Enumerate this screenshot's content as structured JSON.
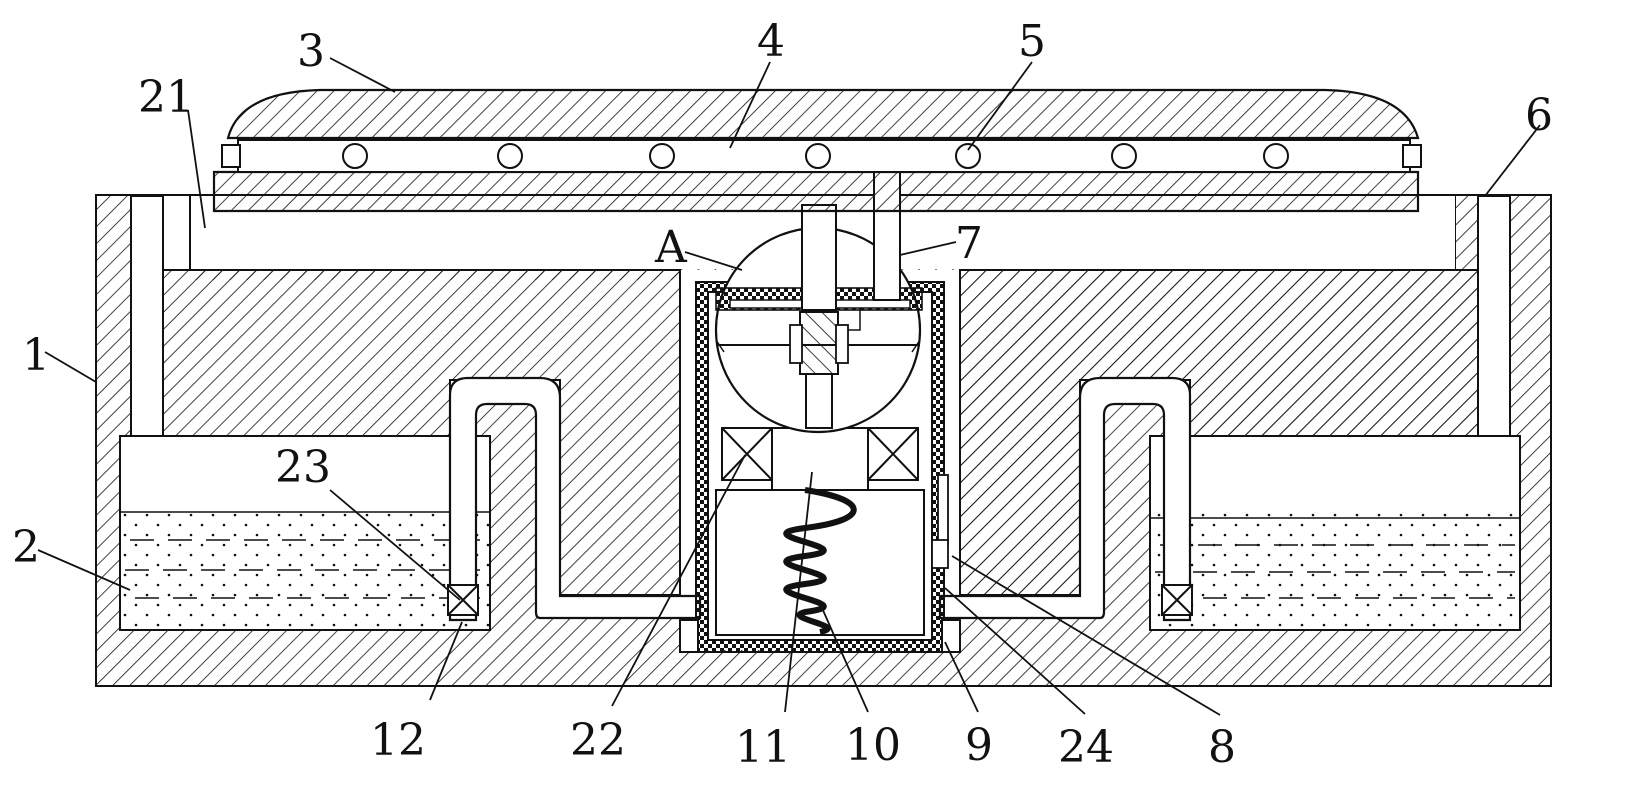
{
  "colors": {
    "line": "#111111",
    "background": "#ffffff"
  },
  "labels": {
    "l1": "1",
    "l2": "2",
    "l3": "3",
    "l4": "4",
    "l5": "5",
    "l6": "6",
    "l7": "7",
    "l8": "8",
    "l9": "9",
    "l10": "10",
    "l11": "11",
    "l12": "12",
    "l21": "21",
    "l22": "22",
    "l23": "23",
    "l24": "24",
    "lA": "A"
  }
}
